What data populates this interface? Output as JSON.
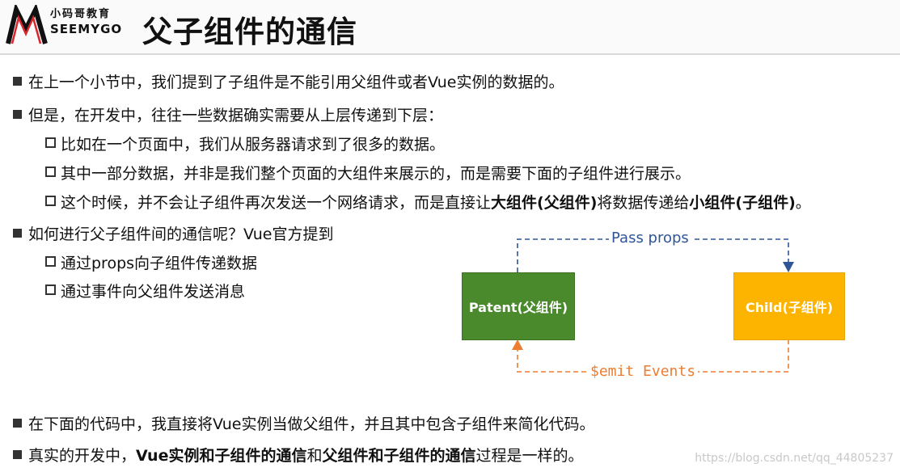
{
  "header": {
    "logo_cn": "小码哥教育",
    "logo_en": "SEEMYGO",
    "title": "父子组件的通信"
  },
  "bullets": [
    {
      "text": "在上一个小节中，我们提到了子组件是不能引用父组件或者Vue实例的数据的。"
    },
    {
      "text": "但是，在开发中，往往一些数据确实需要从上层传递到下层："
    },
    {
      "text": "比如在一个页面中，我们从服务器请求到了很多的数据。"
    },
    {
      "text": "其中一部分数据，并非是我们整个页面的大组件来展示的，而是需要下面的子组件进行展示。"
    },
    {
      "pre": "这个时候，并不会让子组件再次发送一个网络请求，而是直接让",
      "bold1": "大组件(父组件)",
      "mid": "将数据传递给",
      "bold2": "小组件(子组件)",
      "post": "。"
    },
    {
      "text": "如何进行父子组件间的通信呢？Vue官方提到"
    },
    {
      "text": "通过props向子组件传递数据"
    },
    {
      "text": "通过事件向父组件发送消息"
    },
    {
      "text": "在下面的代码中，我直接将Vue实例当做父组件，并且其中包含子组件来简化代码。"
    },
    {
      "pre": "真实的开发中，",
      "bold1": "Vue实例和子组件的通信",
      "mid": "和",
      "bold2": "父组件和子组件的通信",
      "post": "过程是一样的。"
    }
  ],
  "diagram": {
    "parent_label": "Patent(父组件)",
    "child_label": "Child(子组件)",
    "pass_label": "Pass props",
    "emit_label": "$emit Events",
    "colors": {
      "parent": "#4a8a2d",
      "child": "#fcb400",
      "pass_arrow": "#2f5597",
      "emit_arrow": "#ed7d31"
    }
  },
  "watermark": "https://blog.csdn.net/qq_44805237"
}
